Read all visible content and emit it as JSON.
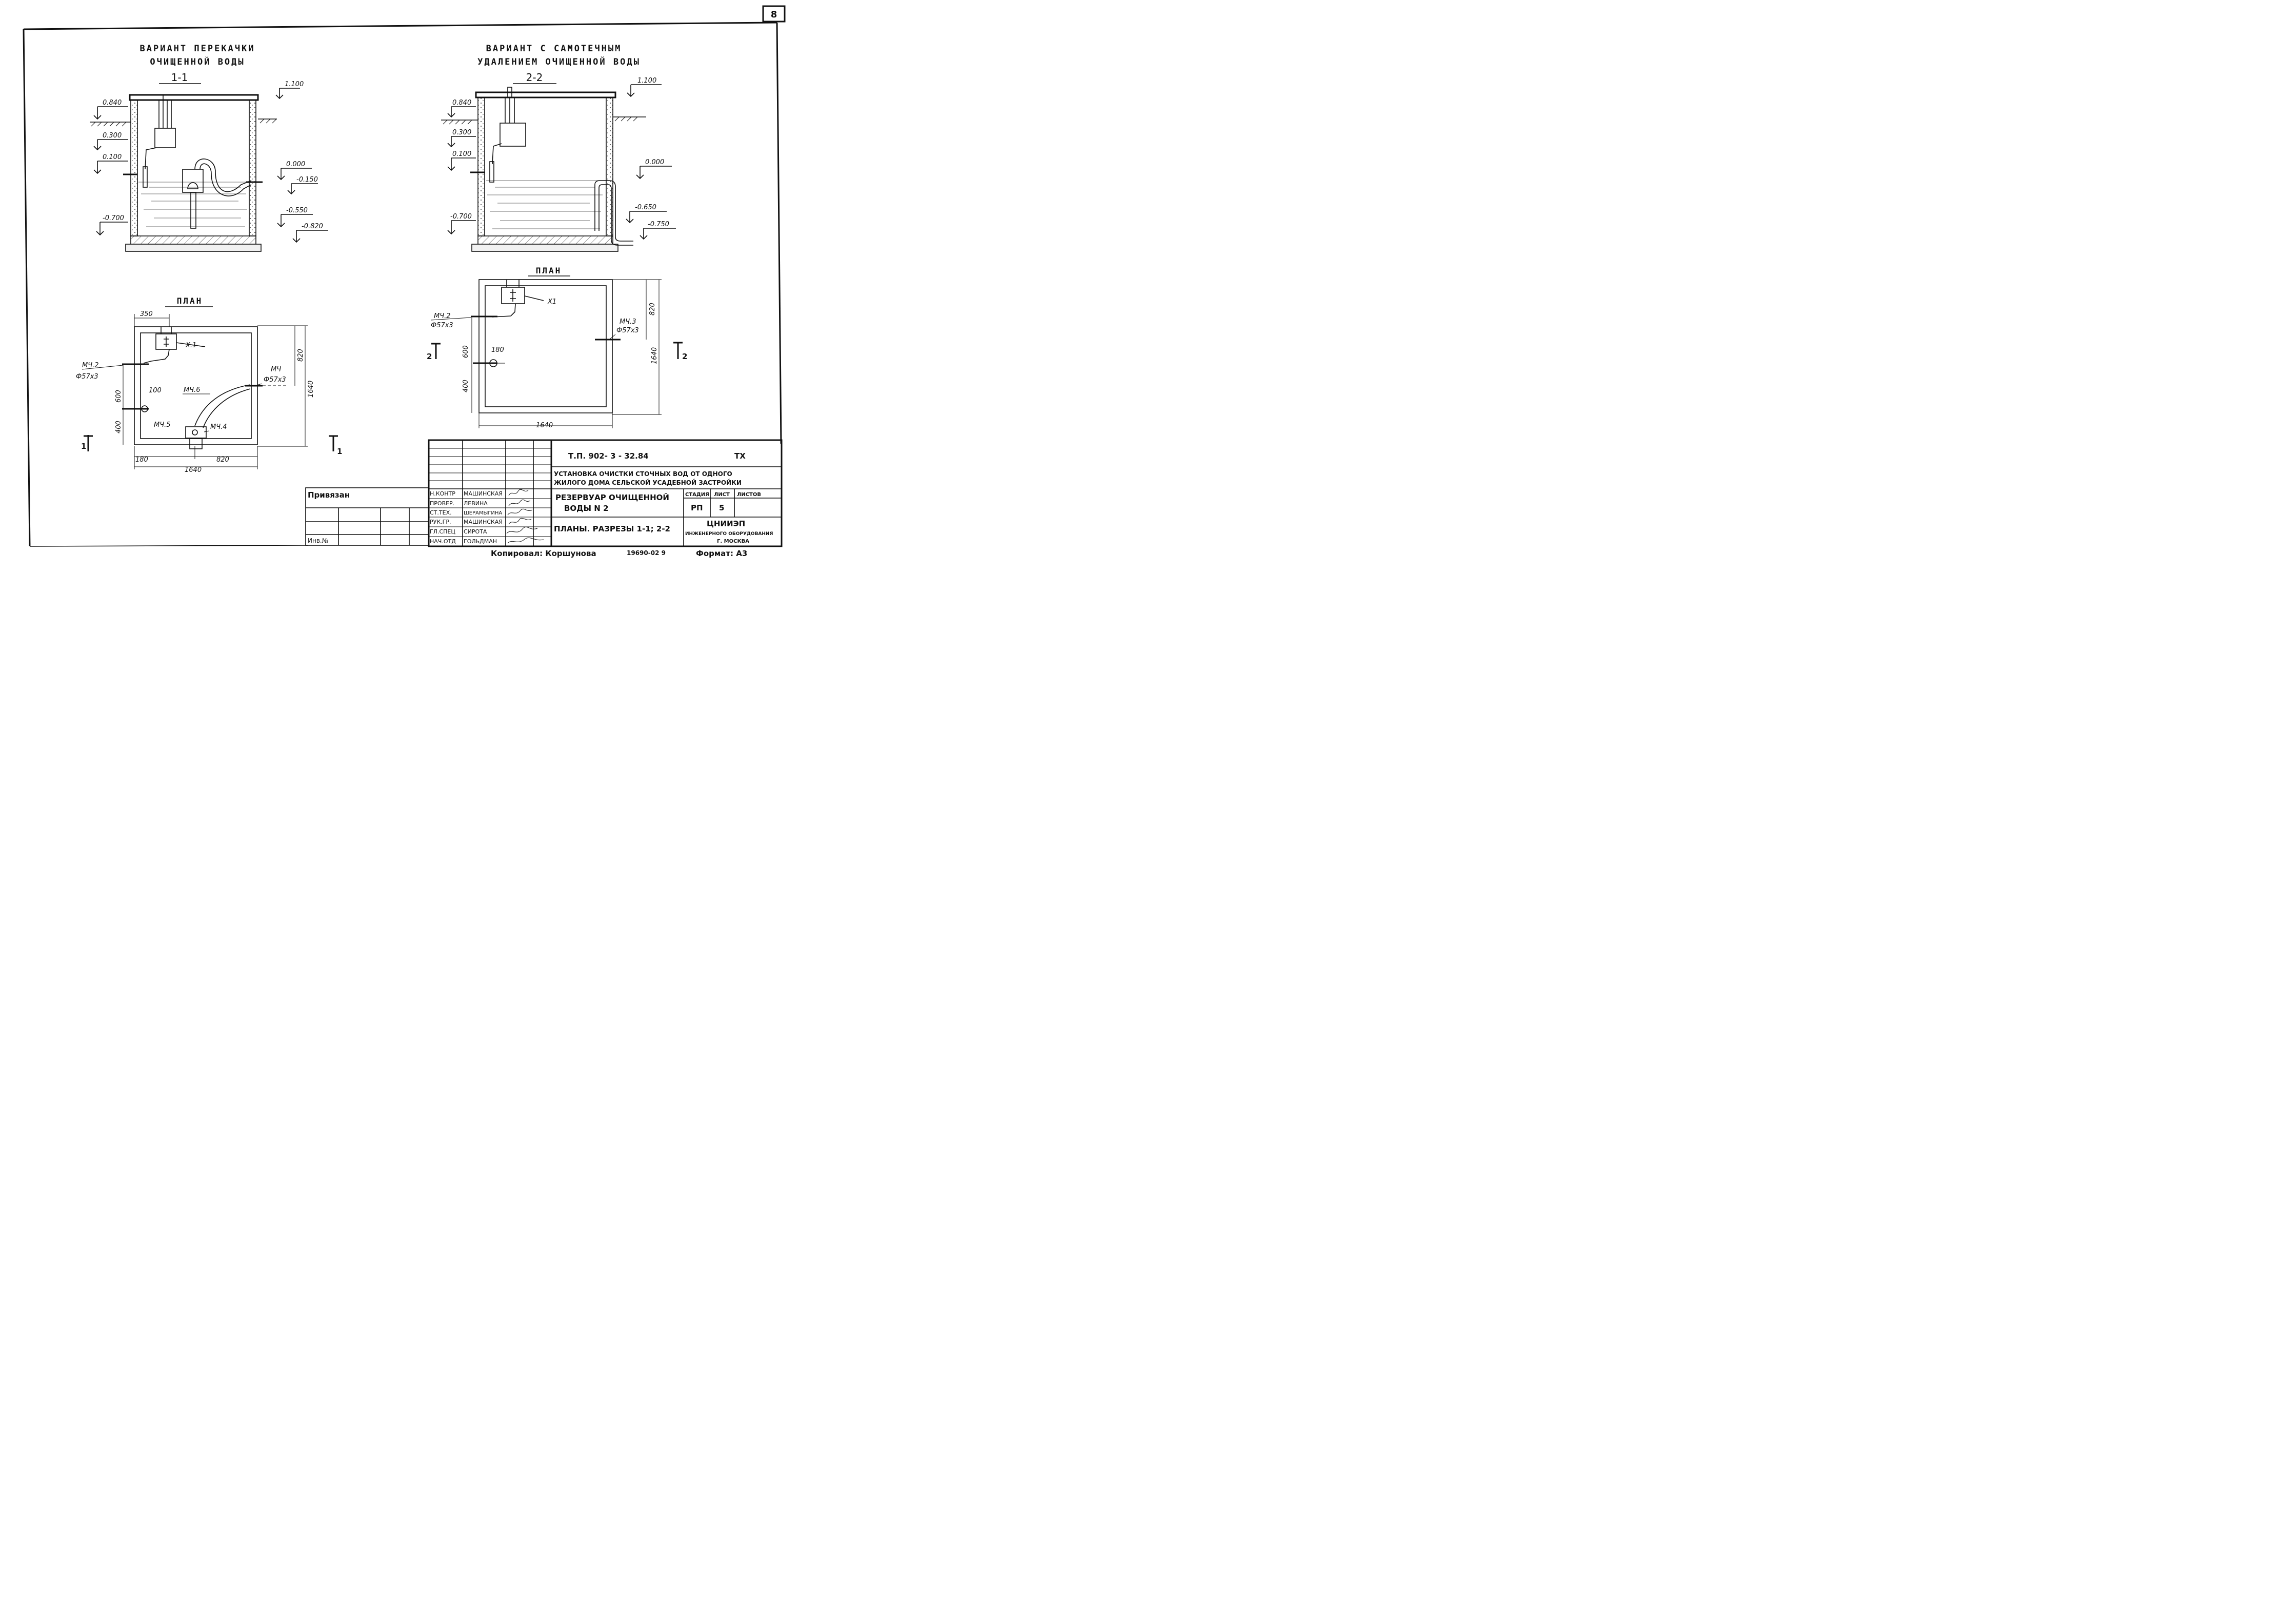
{
  "sheet_number": "8",
  "left": {
    "variant_title": [
      "ВАРИАНТ ПЕРЕКАЧКИ",
      "ОЧИЩЕННОЙ ВОДЫ"
    ],
    "section_label": "1-1",
    "elevations": {
      "top": "1.100",
      "ground": "0.840",
      "pipe_high": "0.300",
      "pipe_low": "0.100",
      "zero": "0.000",
      "water": "-0.150",
      "inner": "-0.700",
      "low1": "-0.550",
      "low2": "-0.820"
    },
    "plan": {
      "title": "ПЛАН",
      "dims": {
        "d350": "350",
        "d820_right": "820",
        "d1640_right": "1640",
        "d600": "600",
        "d400": "400",
        "d100": "100",
        "d180": "180",
        "d820_bottom": "820",
        "d1640_bottom": "1640"
      },
      "marks": {
        "x1": "X.1",
        "m42": "МЧ.2",
        "m42_size": "Ф57х3",
        "m4": "МЧ",
        "m4_size": "Ф57х3",
        "m46": "МЧ.6",
        "m45": "МЧ.5",
        "m44": "МЧ.4"
      },
      "cut_left": "1",
      "cut_right": "1"
    }
  },
  "right": {
    "variant_title": [
      "ВАРИАНТ С САМОТЕЧНЫМ",
      "УДАЛЕНИЕМ ОЧИЩЕННОЙ ВОДЫ"
    ],
    "section_label": "2-2",
    "elevations": {
      "top": "1.100",
      "ground": "0.840",
      "pipe_high": "0.300",
      "pipe_low": "0.100",
      "zero": "0.000",
      "inner": "-0.700",
      "low1": "-0.650",
      "low2": "-0.750"
    },
    "plan": {
      "title": "ПЛАН",
      "dims": {
        "d820": "820",
        "d1640_right": "1640",
        "d600": "600",
        "d400": "400",
        "d180": "180",
        "d1640_bottom": "1640"
      },
      "marks": {
        "x1": "X1",
        "m42": "МЧ.2",
        "m42_size": "Ф57х3",
        "m43": "МЧ.3",
        "m43_size": "Ф57х3"
      },
      "cut_left": "2",
      "cut_right": "2"
    }
  },
  "title_block": {
    "project_code": "Т.П.   902- 3 - 32.84",
    "mark": "ТХ",
    "project_title": [
      "УСТАНОВКА ОЧИСТКИ СТОЧНЫХ ВОД ОТ ОДНОГО",
      "ЖИЛОГО ДОМА СЕЛЬСКОЙ УСАДЕБНОЙ ЗАСТРОЙКИ"
    ],
    "drawing_name": [
      "РЕЗЕРВУАР ОЧИЩЕННОЙ",
      "ВОДЫ  N 2"
    ],
    "sheet_title": "ПЛАНЫ. РАЗРЕЗЫ 1-1; 2-2",
    "col_stage": "СТАДИЯ",
    "col_sheet": "ЛИСТ",
    "col_sheets": "ЛИСТОВ",
    "stage": "РП",
    "sheet": "5",
    "org": [
      "ЦНИИЭП",
      "ИНЖЕНЕРНОГО ОБОРУДОВАНИЯ",
      "Г. МОСКВА"
    ],
    "bound": "Привязан",
    "inv": "Инв.№",
    "roles": [
      {
        "role": "Н.КОНТР",
        "name": "МАШИНСКАЯ"
      },
      {
        "role": "ПРОВЕР.",
        "name": "ЛЕВИНА"
      },
      {
        "role": "СТ.ТЕХ.",
        "name": "ШЕРАМЫГИНА"
      },
      {
        "role": "РУК.ГР.",
        "name": "МАШИНСКАЯ"
      },
      {
        "role": "ГЛ.СПЕЦ",
        "name": "СИРОТА"
      },
      {
        "role": "НАЧ.ОТД",
        "name": "ГОЛЬДМАН"
      }
    ]
  },
  "footer": {
    "copied": "Копировал:  Коршунова",
    "number": "19690-02  9",
    "format": "Формат: А3"
  }
}
